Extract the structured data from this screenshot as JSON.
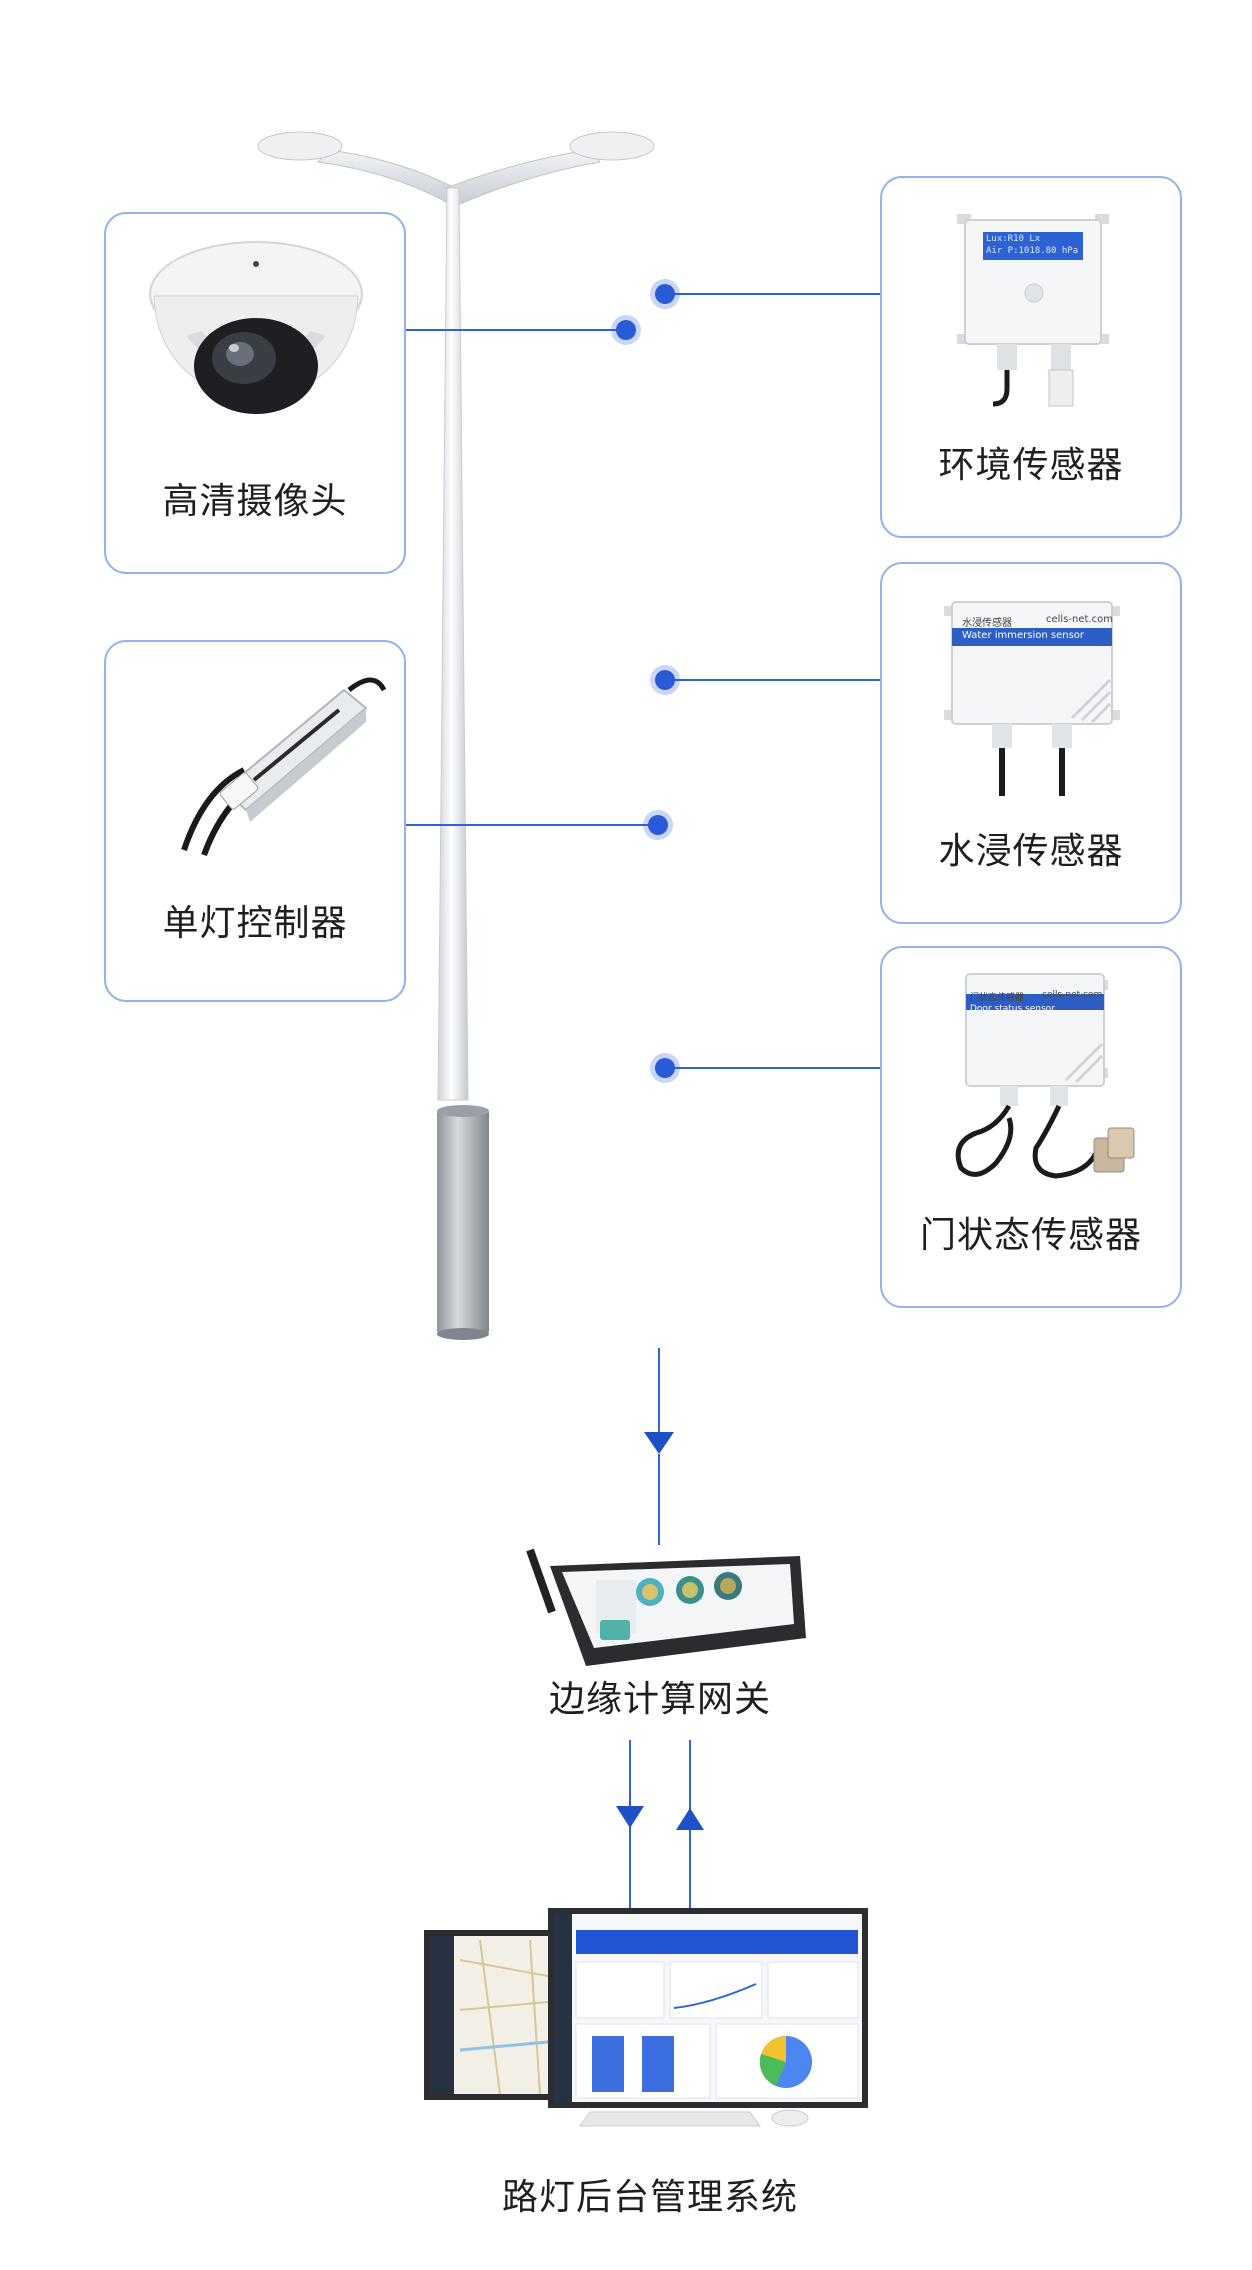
{
  "devices": {
    "camera": "高清摄像头",
    "single_lamp_controller": "单灯控制器",
    "env_sensor": "环境传感器",
    "water_sensor": "水浸传感器",
    "door_sensor": "门状态传感器"
  },
  "gateway": "边缘计算网关",
  "backend": "路灯后台管理系统",
  "env_sensor_display": [
    "Lux:R10 Lx",
    "Air P:1018.80 hPa"
  ],
  "water_sensor_plate": {
    "cn": "水浸传感器",
    "site": "cells-net.com",
    "en": "Water immersion sensor"
  },
  "door_sensor_plate": {
    "cn": "门状态传感器",
    "site": "cells-net.com",
    "en": "Door status sensor"
  },
  "colors": {
    "accent": "#2a5bd7",
    "card_border": "#8fb3ea"
  }
}
